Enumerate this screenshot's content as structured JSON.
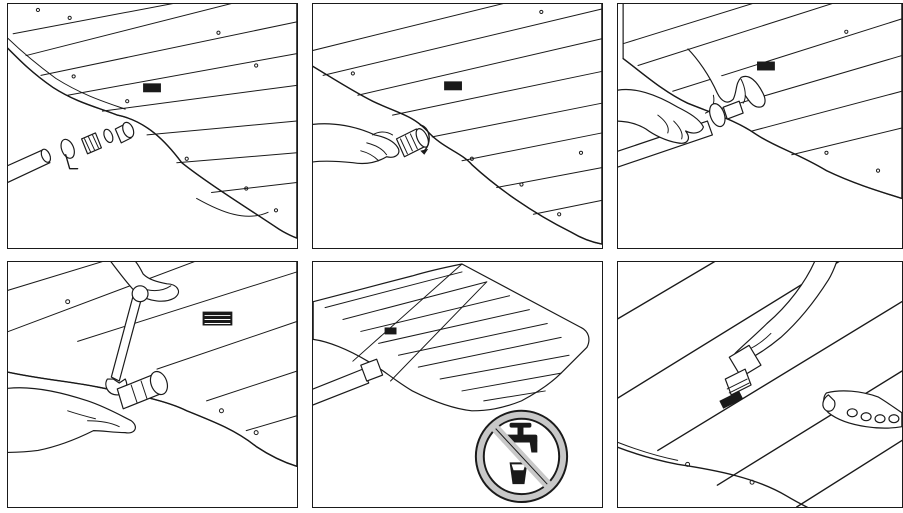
{
  "figure": {
    "panels": [
      {
        "step": 1,
        "illustration": "hose-fitting-parts-exploded-view"
      },
      {
        "step": 2,
        "illustration": "hand-screwing-connector-into-mat"
      },
      {
        "step": 3,
        "illustration": "hands-attaching-hose-clamp"
      },
      {
        "step": 4,
        "illustration": "tightening-clamp-with-wrench"
      },
      {
        "step": 5,
        "illustration": "mat-with-hose-no-drinking-water-sign"
      },
      {
        "step": 6,
        "illustration": "hand-cleaning-mat-surface-with-brush"
      }
    ],
    "colors": {
      "line": "#1a1a1a",
      "background": "#ffffff",
      "sign_fill": "#c8c8c8"
    }
  }
}
